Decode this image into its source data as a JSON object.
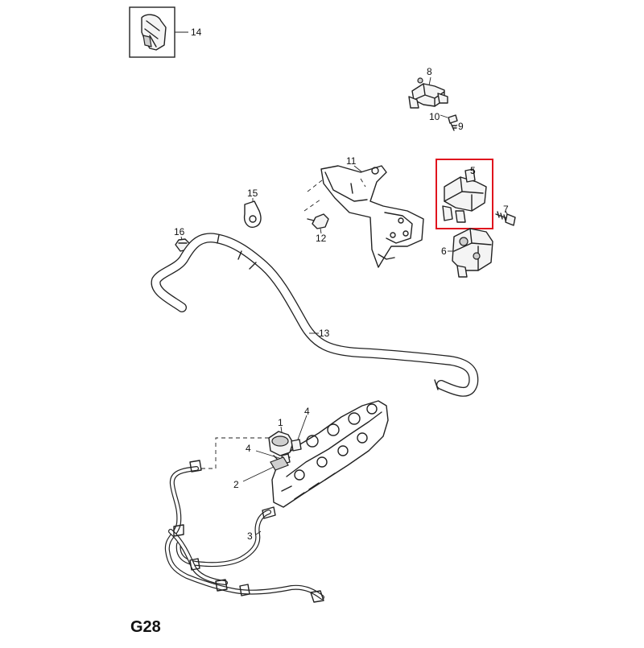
{
  "diagram_code": "G28",
  "highlight_color": "#e0141e",
  "callouts": {
    "c1": "1",
    "c2": "2",
    "c3": "3",
    "c4a": "4",
    "c4b": "4",
    "c5": "5",
    "c6": "6",
    "c7": "7",
    "c8": "8",
    "c9": "9",
    "c10": "10",
    "c11": "11",
    "c12": "12",
    "c13": "13",
    "c14": "14",
    "c15": "15",
    "c16": "16"
  }
}
